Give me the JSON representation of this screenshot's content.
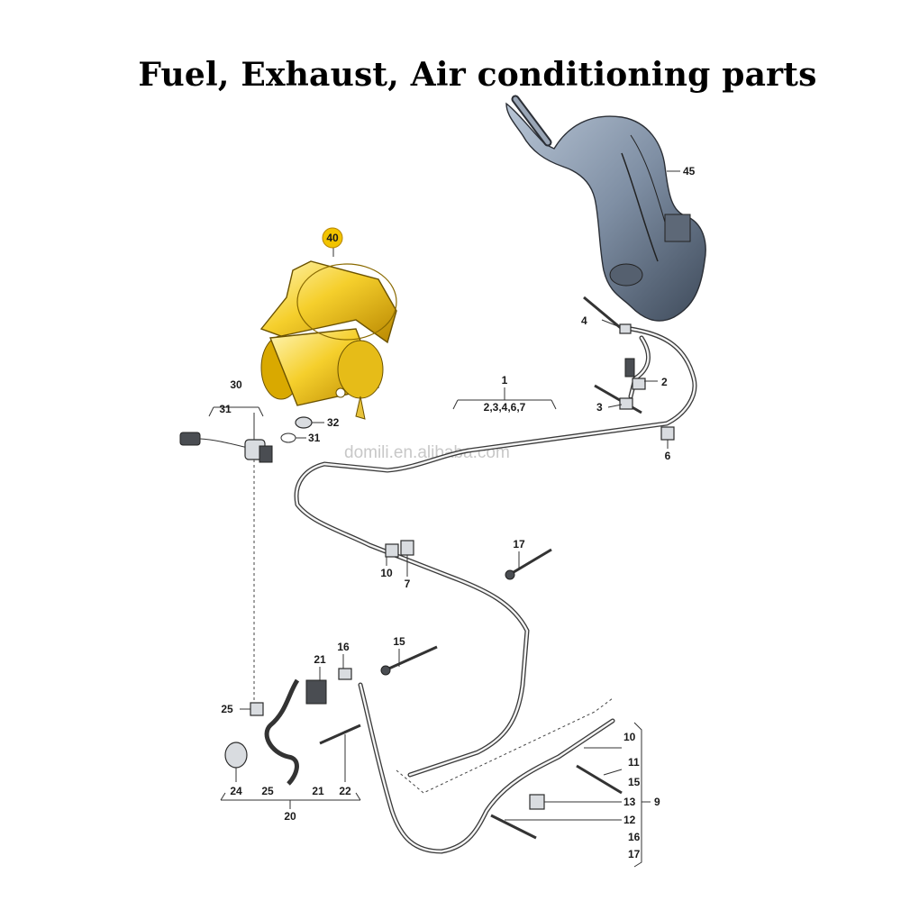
{
  "title": "Fuel, Exhaust, Air conditioning parts",
  "watermark": "domili.en.alibaba.com",
  "highlight_color": "#f2c400",
  "callouts": {
    "c40": "40",
    "c45": "45",
    "c1": "1",
    "c1_sub": "2,3,4,6,7",
    "c2": "2",
    "c3": "3",
    "c4": "4",
    "c6": "6",
    "c30": "30",
    "c30_sub": "31",
    "c31": "31",
    "c32": "32",
    "c17": "17",
    "c10a": "10",
    "c7": "7",
    "c15a": "15",
    "c16a": "16",
    "c21a": "21",
    "c25a": "25",
    "c24": "24",
    "c25b": "25",
    "c21b": "21",
    "c22": "22",
    "c20": "20",
    "c10b": "10",
    "c11": "11",
    "c15b": "15",
    "c13": "13",
    "c12": "12",
    "c16b": "16",
    "c17b": "17",
    "c9": "9"
  }
}
